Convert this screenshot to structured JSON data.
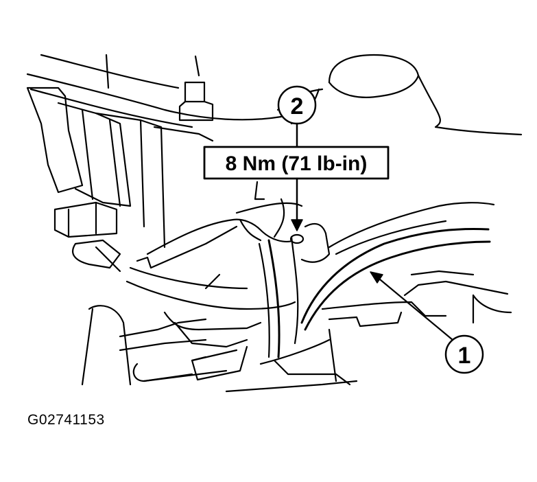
{
  "callouts": {
    "callout_1": "1",
    "callout_2": "2",
    "torque_spec": "8 Nm (71 lb-in)"
  },
  "figure_id": "G02741153",
  "colors": {
    "ink": "#000000",
    "paper": "#ffffff"
  }
}
